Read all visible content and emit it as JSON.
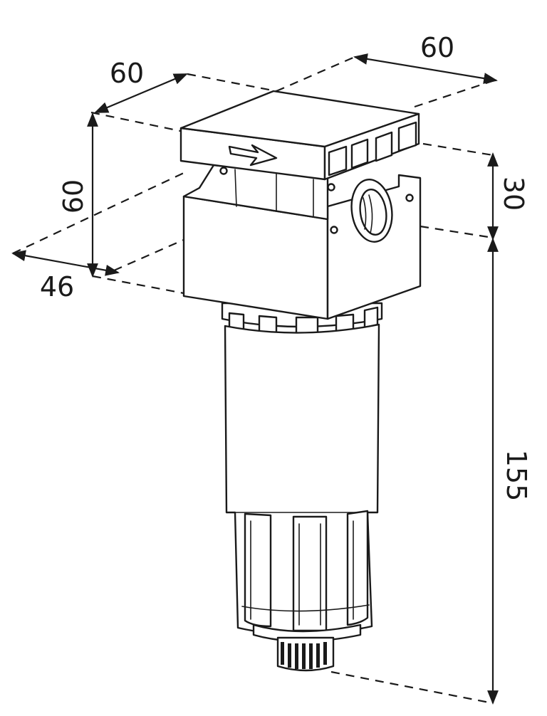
{
  "dimensions": {
    "top_width_left": "60",
    "top_width_right": "60",
    "height_left": "60",
    "depth_left": "46",
    "head_height_right": "30",
    "body_height_right": "155"
  },
  "colors": {
    "line": "#1a1a1a",
    "background": "#ffffff"
  }
}
